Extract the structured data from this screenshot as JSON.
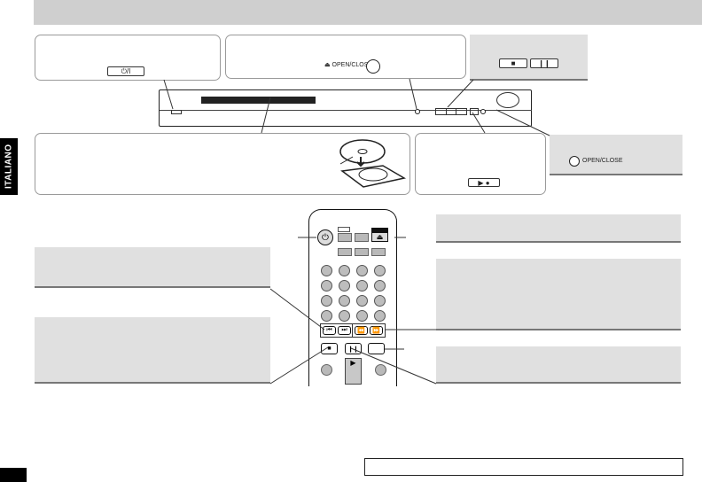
{
  "side_tab": {
    "label": "ITALIANO"
  },
  "top_callouts": {
    "power_button_label": "⏻/I",
    "eject_label": "⏏ OPEN/CLOSE",
    "stop_label": "■",
    "pause_label": "❙❙"
  },
  "player": {
    "play_button_label": "▶ ●",
    "open_close_label": "OPEN/CLOSE"
  },
  "remote": {
    "power_label": "⏻",
    "eject_label": "⏏",
    "skip_prev_label": "⏮",
    "skip_next_label": "⏭",
    "rew_label": "⏪",
    "ff_label": "⏩",
    "stop_label": "■",
    "pause_label": "❙❙",
    "play_label": "▶"
  }
}
